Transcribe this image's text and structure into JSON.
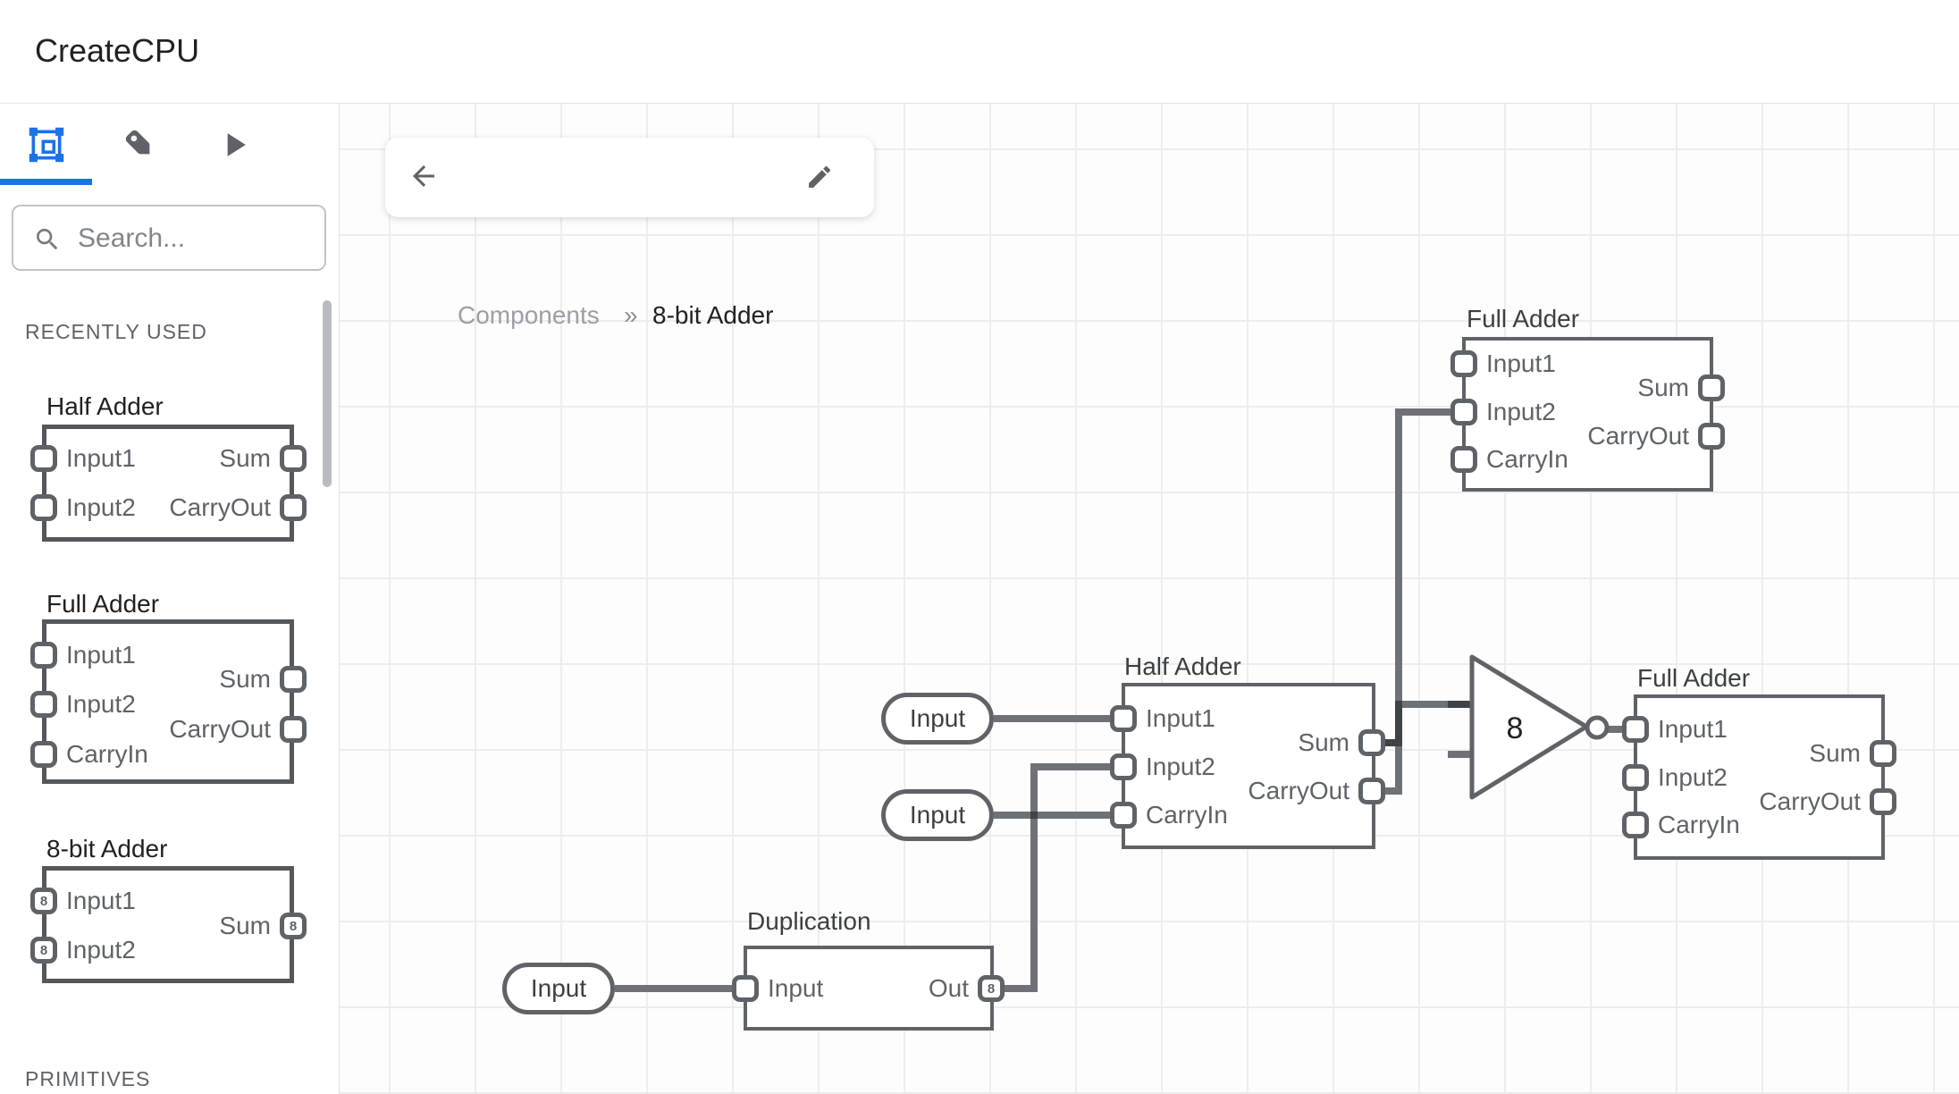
{
  "header": {
    "title": "CreateCPU"
  },
  "sidebar": {
    "search_placeholder": "Search...",
    "section_recent": "RECENTLY USED",
    "section_primitives": "PRIMITIVES",
    "items": [
      {
        "title": "Half Adder",
        "inputs": [
          "Input1",
          "Input2"
        ],
        "outputs": [
          "Sum",
          "CarryOut"
        ]
      },
      {
        "title": "Full Adder",
        "inputs": [
          "Input1",
          "Input2",
          "CarryIn"
        ],
        "outputs": [
          "Sum",
          "CarryOut"
        ]
      },
      {
        "title": "8-bit Adder",
        "inputs": [
          "Input1",
          "Input2"
        ],
        "outputs": [
          "Sum"
        ],
        "bus_width": "8"
      }
    ]
  },
  "breadcrumb": {
    "parent": "Components",
    "separator": "»",
    "current": "8-bit Adder"
  },
  "canvas": {
    "input_pills": [
      {
        "label": "Input"
      },
      {
        "label": "Input"
      },
      {
        "label": "Input"
      }
    ],
    "nodes": {
      "full_adder_top": {
        "title": "Full Adder",
        "inputs": [
          "Input1",
          "Input2",
          "CarryIn"
        ],
        "outputs": [
          "Sum",
          "CarryOut"
        ]
      },
      "half_adder": {
        "title": "Half Adder",
        "inputs": [
          "Input1",
          "Input2",
          "CarryIn"
        ],
        "outputs": [
          "Sum",
          "CarryOut"
        ]
      },
      "full_adder_right": {
        "title": "Full Adder",
        "inputs": [
          "Input1",
          "Input2",
          "CarryIn"
        ],
        "outputs": [
          "Sum",
          "CarryOut"
        ]
      },
      "duplication": {
        "title": "Duplication",
        "inputs": [
          "Input"
        ],
        "outputs": [
          "Out"
        ],
        "out_bus_width": "8"
      },
      "merger": {
        "label": "8"
      }
    }
  },
  "colors": {
    "accent": "#1a73e8",
    "wire": "#6e7276",
    "wire_overlap": "#3f4346",
    "node_border": "#5f6368",
    "grid_line": "#ededed"
  }
}
